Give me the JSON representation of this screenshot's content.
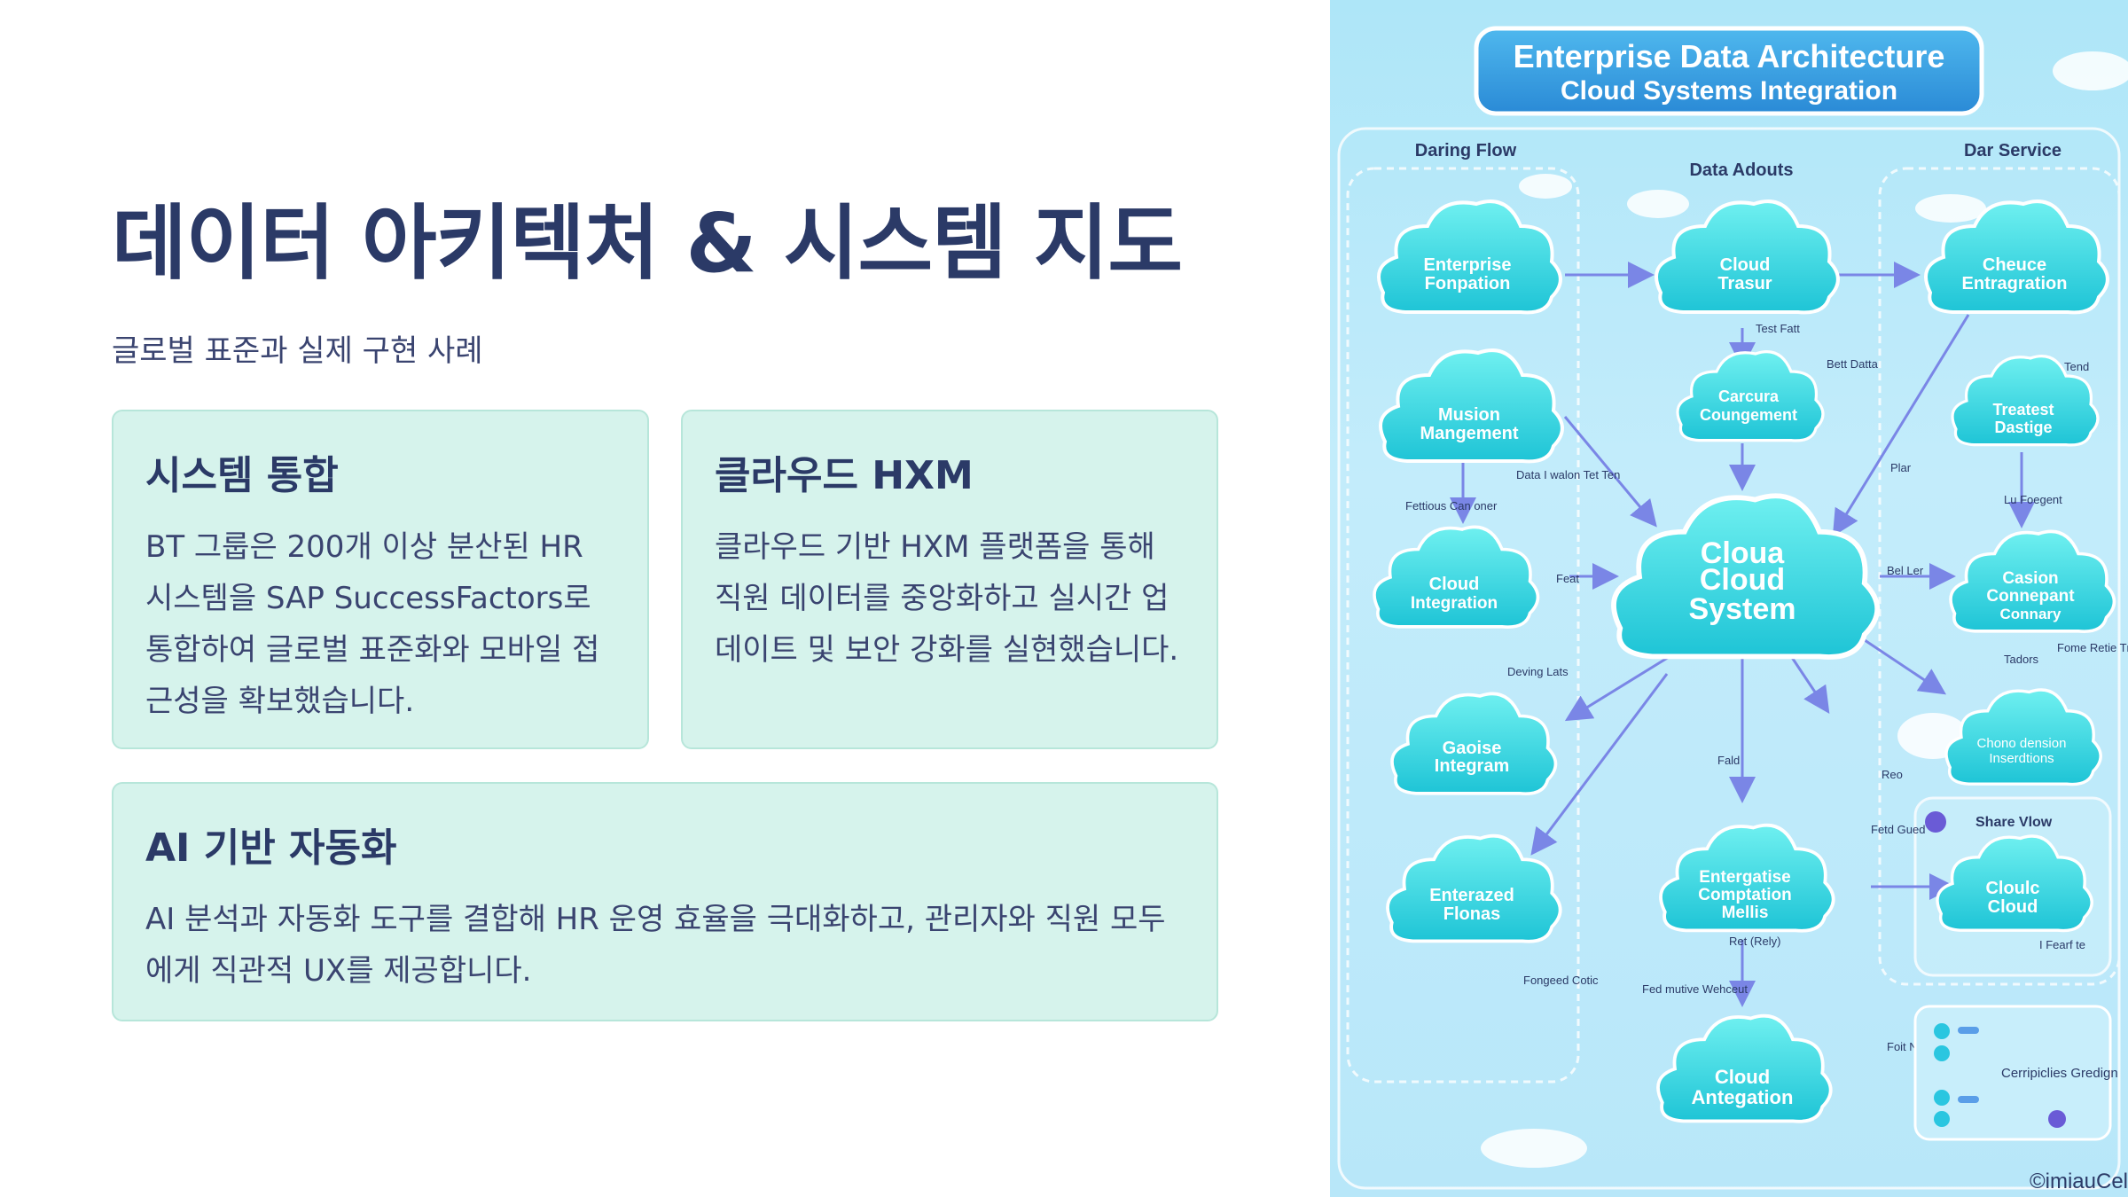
{
  "title": "데이터 아키텍처 & 시스템 지도",
  "subtitle": "글로벌 표준과 실제 구현 사례",
  "cards": [
    {
      "heading": "시스템 통합",
      "body": "BT 그룹은 200개 이상 분산된 HR 시스템을 SAP SuccessFactors로 통합하여 글로벌 표준화와 모바일 접근성을 확보했습니다."
    },
    {
      "heading": "클라우드 HXM",
      "body": "클라우드 기반 HXM 플랫폼을 통해 직원 데이터를 중앙화하고 실시간 업데이트 및 보안 강화를 실현했습니다."
    },
    {
      "heading": "AI 기반 자동화",
      "body": "AI 분석과 자동화 도구를 결합해 HR 운영 효율을 극대화하고, 관리자와 직원 모두에게 직관적 UX를 제공합니다."
    }
  ],
  "diagram": {
    "banner_line1": "Enterprise Data Architecture",
    "banner_line2": "Cloud Systems Integration",
    "col_left": "Daring Flow",
    "col_mid": "Data Adouts",
    "col_right": "Dar Service",
    "center_line1": "Cloua",
    "center_line2": "Cloud",
    "center_line3": "System",
    "nodes": [
      {
        "l1": "Enterprise",
        "l2": "Fonpation"
      },
      {
        "l1": "Cloud",
        "l2": "Trasur"
      },
      {
        "l1": "Cheuce",
        "l2": "Entragration"
      },
      {
        "l1": "Musion",
        "l2": "Mangement"
      },
      {
        "l1": "Carcura",
        "l2": "Coungement"
      },
      {
        "l1": "Treatest",
        "l2": "Dastige"
      },
      {
        "l1": "Cloud",
        "l2": "Integration"
      },
      {
        "l1": "Casion",
        "l2": "Connepant"
      },
      {
        "l1": "Gaoise",
        "l2": "Integram"
      },
      {
        "l1": "Chono dension",
        "l2": "Inserdtions"
      },
      {
        "l1": "Enterazed",
        "l2": "Flonas"
      },
      {
        "l1": "Entergatise",
        "l2": "Comptation"
      },
      {
        "l1": "Cloulc",
        "l2": "Cloud"
      },
      {
        "l1": "Cloud",
        "l2": "Antegation"
      }
    ],
    "node_extra": "Mellis",
    "node_extra2": "Connary",
    "share_view": "Share Vlow",
    "legend_text": "Cerripiclies Gredign",
    "watermark": "©imiauCel",
    "small_labels": [
      "Test Fatt",
      "Bett Datta",
      "Tend",
      "Fettious Can oner",
      "Data I walon Tet Ten",
      "Feat",
      "Bel Ler",
      "Lu Foegent",
      "Plar",
      "Tadors",
      "Fome Retie Tnote",
      "Deving Lats",
      "Fald",
      "Fetd Gued",
      "Ret (Rely)",
      "Fed mutive Wehceut",
      "Fongeed Cotic",
      "Foit Nl",
      "I Fearf te",
      "Reo"
    ]
  }
}
